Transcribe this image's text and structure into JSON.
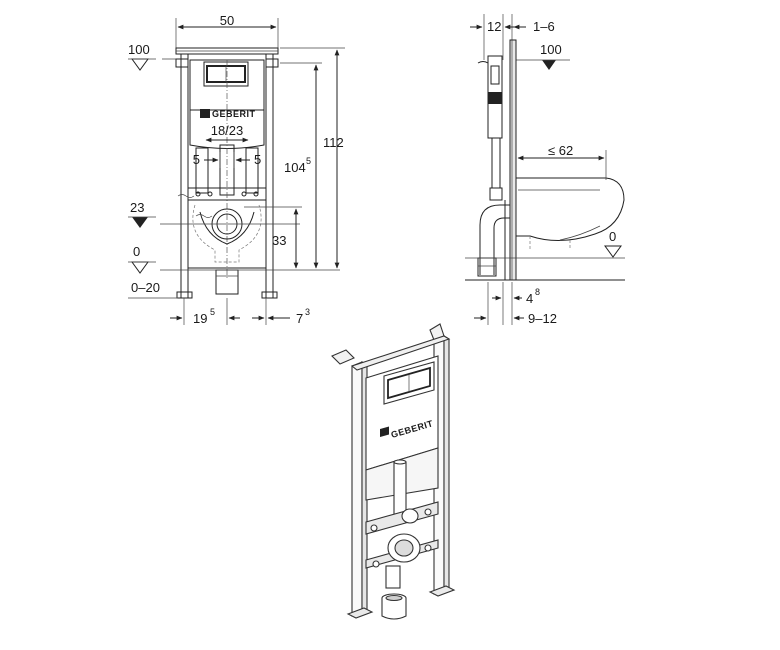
{
  "front_view": {
    "width_dim": "50",
    "height_dim": "112",
    "frame_height_dim_main": "104",
    "frame_height_dim_sup": "5",
    "flush_range_dim": "18/23",
    "left_offset_dim": "5",
    "right_offset_dim": "5",
    "drain_height_dim": "33",
    "bottom_left_dim_main": "19",
    "bottom_left_dim_sup": "5",
    "bottom_right_dim_main": "7",
    "bottom_right_dim_sup": "3",
    "level_100": "100",
    "level_23": "23",
    "level_0": "0",
    "level_0_20": "0–20",
    "brand": "GEBERIT"
  },
  "side_view": {
    "depth_dim": "12",
    "wall_gap_dim": "1–6",
    "level_100": "100",
    "bowl_projection_dim": "≤ 62",
    "level_0": "0",
    "foot_dim_main": "4",
    "foot_dim_sup": "8",
    "foot_range_dim": "9–12"
  },
  "perspective_view": {
    "brand": "GEBERIT"
  }
}
